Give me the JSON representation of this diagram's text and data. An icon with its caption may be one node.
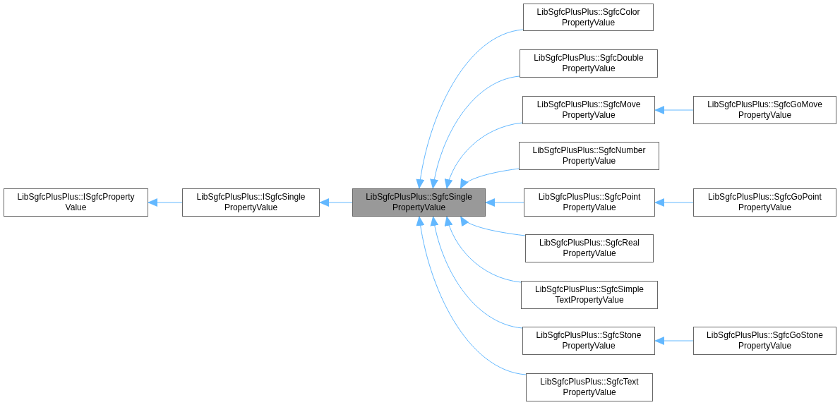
{
  "diagram": {
    "nodes": [
      {
        "text": [
          "LibSgfcPlusPlus::ISgfcProperty Value"
        ]
      },
      {
        "text": [
          "LibSgfcPlusPlus::ISgfcSingle PropertyValue"
        ]
      },
      {
        "text": [
          "LibSgfcPlusPlus::SgfcSingle PropertyValue"
        ]
      },
      {
        "text": [
          "LibSgfcPlusPlus::SgfcColor PropertyValue"
        ]
      },
      {
        "text": [
          "LibSgfcPlusPlus::SgfcDouble PropertyValue"
        ]
      },
      {
        "text": [
          "LibSgfcPlusPlus::SgfcMove PropertyValue"
        ]
      },
      {
        "text": [
          "LibSgfcPlusPlus::SgfcGoMove PropertyValue"
        ]
      },
      {
        "text": [
          "LibSgfcPlusPlus::SgfcNumber PropertyValue"
        ]
      },
      {
        "text": [
          "LibSgfcPlusPlus::SgfcPoint PropertyValue"
        ]
      },
      {
        "text": [
          "LibSgfcPlusPlus::SgfcGoPoint PropertyValue"
        ]
      },
      {
        "text": [
          "LibSgfcPlusPlus::SgfcReal PropertyValue"
        ]
      },
      {
        "text": [
          "LibSgfcPlusPlus::SgfcSimple TextPropertyValue"
        ]
      },
      {
        "text": [
          "LibSgfcPlusPlus::SgfcStone PropertyValue"
        ]
      },
      {
        "text": [
          "LibSgfcPlusPlus::SgfcGoStone PropertyValue"
        ]
      },
      {
        "text": [
          "LibSgfcPlusPlus::SgfcText PropertyValue"
        ]
      }
    ],
    "edges": [
      {
        "from": 1,
        "to": 0,
        "arrow": "to"
      },
      {
        "from": 2,
        "to": 1,
        "arrow": "to"
      },
      {
        "from": 3,
        "to": 2,
        "arrow": "to"
      },
      {
        "from": 4,
        "to": 2,
        "arrow": "to"
      },
      {
        "from": 5,
        "to": 2,
        "arrow": "to"
      },
      {
        "from": 6,
        "to": 5,
        "arrow": "to"
      },
      {
        "from": 7,
        "to": 2,
        "arrow": "to"
      },
      {
        "from": 8,
        "to": 2,
        "arrow": "to"
      },
      {
        "from": 9,
        "to": 8,
        "arrow": "to"
      },
      {
        "from": 10,
        "to": 2,
        "arrow": "to"
      },
      {
        "from": 11,
        "to": 2,
        "arrow": "to"
      },
      {
        "from": 12,
        "to": 2,
        "arrow": "to"
      },
      {
        "from": 13,
        "to": 12,
        "arrow": "to"
      },
      {
        "from": 14,
        "to": 2,
        "arrow": "to"
      }
    ]
  }
}
